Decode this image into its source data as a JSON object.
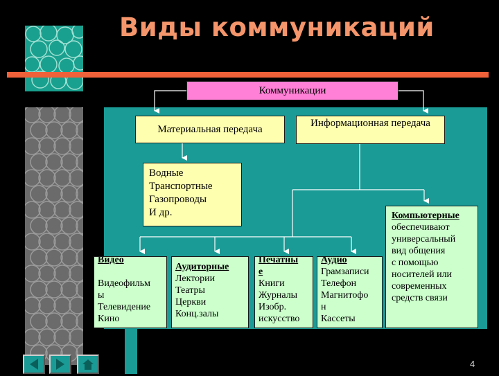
{
  "slide": {
    "title": "Виды коммуникаций",
    "page_number": "4"
  },
  "diagram": {
    "root": "Коммуникации",
    "material": "Материальная передача",
    "informational": "Информационная передача",
    "material_items": [
      "Водные",
      "Транспортные",
      "Газопроводы",
      "И др."
    ],
    "computer": {
      "heading": "Компьютерные",
      "lines": [
        "обеспечивают",
        "универсальный",
        "вид общения",
        "с помощью",
        "носителей или",
        "современных",
        "средств связи"
      ]
    },
    "leaves": [
      {
        "heading": "Видео",
        "lines": [
          "",
          "Видеофильм",
          "ы",
          "Телевидение",
          "Кино"
        ]
      },
      {
        "heading": "Аудиторные",
        "lines": [
          "Лектории",
          "Театры",
          "Церкви",
          "Конц.залы"
        ]
      },
      {
        "heading": "Печатны",
        "heading2": "е",
        "lines": [
          "Книги",
          "Журналы",
          "Изобр.",
          "искусство"
        ]
      },
      {
        "heading": "Аудио",
        "lines": [
          "Грамзаписи",
          "Телефон",
          "Магнитофо",
          "н",
          "Кассеты"
        ]
      }
    ]
  },
  "colors": {
    "title": "#f4956b",
    "accent_line": "#f0613a",
    "panel": "#1a9b96",
    "root_box": "#ff80d6",
    "yellow_box": "#ffffb0",
    "green_box": "#ccffcc"
  },
  "nav_icons": [
    "prev-icon",
    "next-icon",
    "home-icon"
  ]
}
